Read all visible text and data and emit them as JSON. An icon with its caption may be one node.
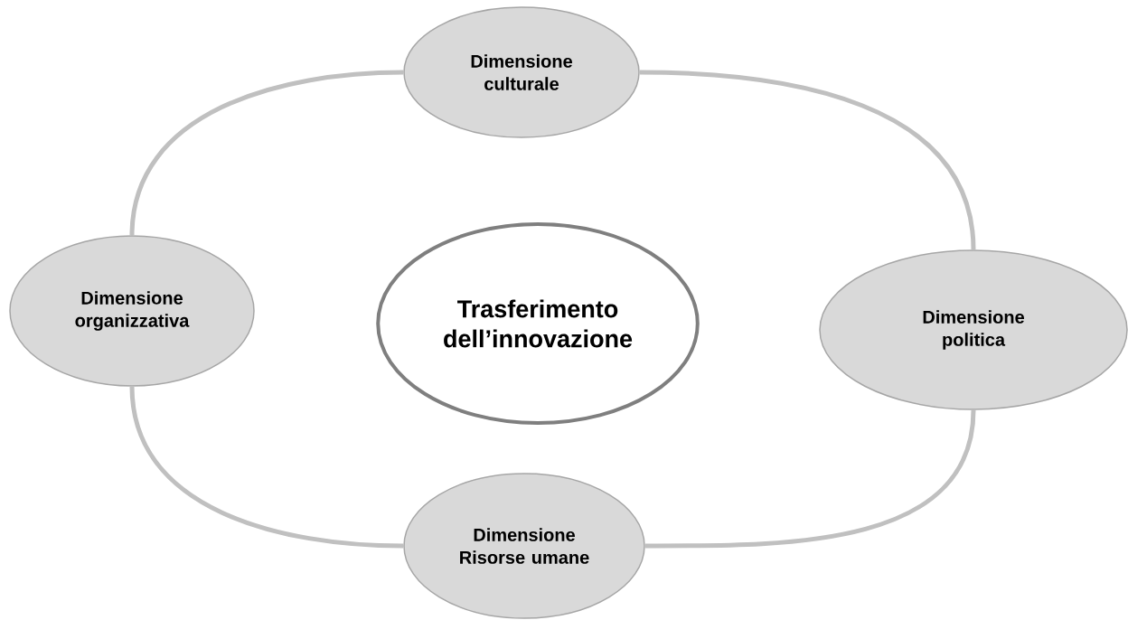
{
  "diagram": {
    "nodes": [
      {
        "text": [
          "Dimensione culturale"
        ]
      },
      {
        "text": [
          "Dimensione organizzativa"
        ]
      },
      {
        "text": [
          "Trasferimento dell’innovazione"
        ]
      },
      {
        "text": [
          "Dimensione politica"
        ]
      },
      {
        "text": [
          "Dimensione Risorse umane"
        ]
      }
    ],
    "edges": [
      {
        "from": 0,
        "to": 3,
        "arrow": "none"
      },
      {
        "from": 3,
        "to": 4,
        "arrow": "none"
      },
      {
        "from": 4,
        "to": 1,
        "arrow": "none"
      },
      {
        "from": 1,
        "to": 0,
        "arrow": "none"
      }
    ]
  }
}
